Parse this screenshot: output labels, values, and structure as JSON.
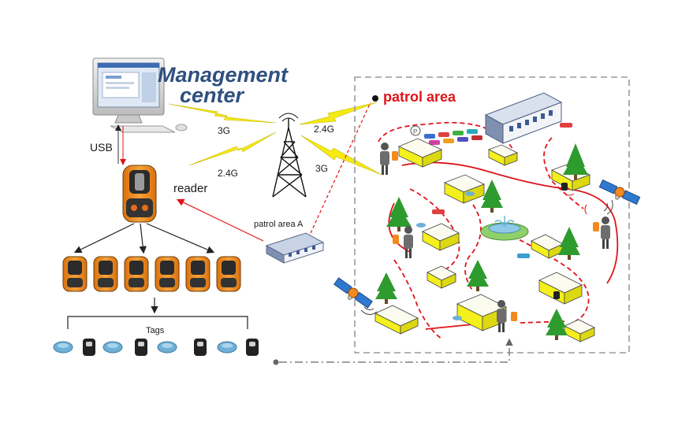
{
  "title_line1": "Management",
  "title_line2": "center",
  "labels": {
    "usb": "USB",
    "reader": "reader",
    "tags": "Tags",
    "patrol_area": "patrol area",
    "patrol_area_a": "patrol area A",
    "link_3g_left": "3G",
    "link_24g_left": "2.4G",
    "link_24g_right": "2.4G",
    "link_3g_right": "3G"
  },
  "colors": {
    "device_orange": "#f28a1e",
    "patrol_red": "#e0141a",
    "lightning_yellow": "#f5ea12",
    "title_blue": "#2f4f7f",
    "building_yellow": "#f4f01c",
    "tree_green": "#2e9b2e"
  }
}
